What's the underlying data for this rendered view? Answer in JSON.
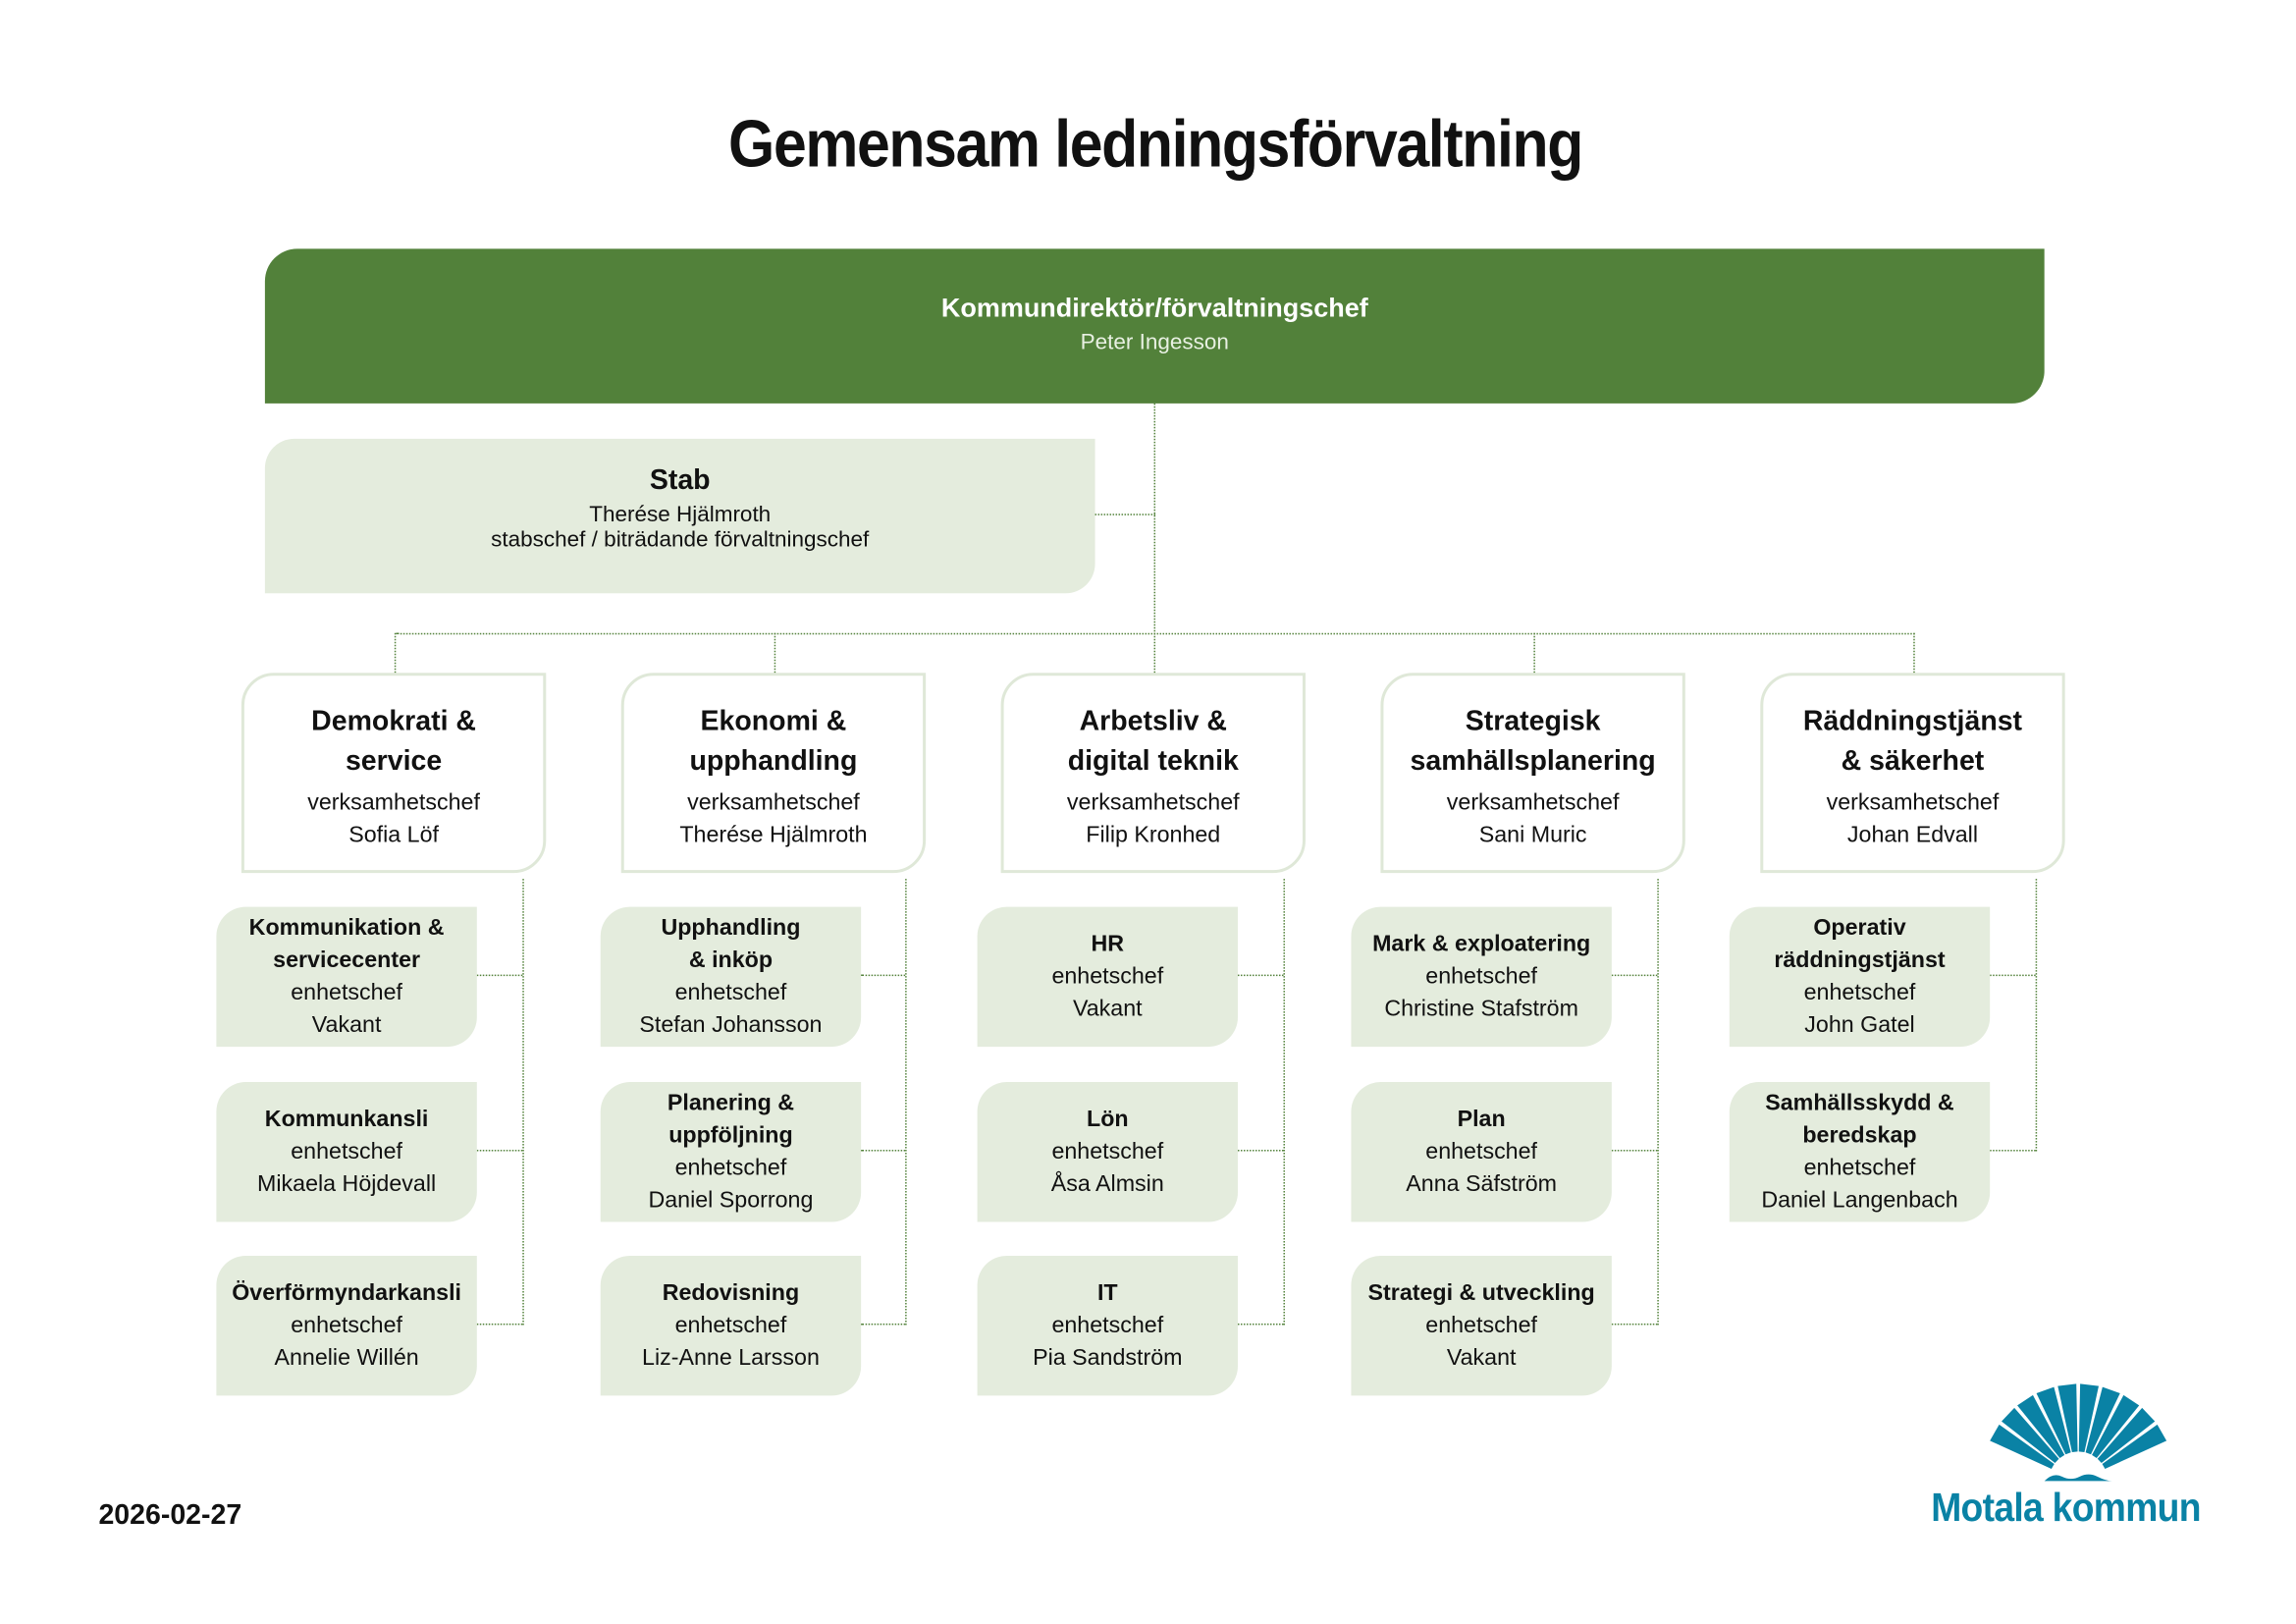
{
  "title": "Gemensam ledningsförvaltning",
  "director": {
    "role": "Kommundirektör/förvaltningschef",
    "name": "Peter Ingesson"
  },
  "stab": {
    "title": "Stab",
    "name": "Therése Hjälmroth",
    "role": "stabschef / biträdande förvaltningschef"
  },
  "departments": [
    {
      "title": [
        "Demokrati &",
        "service"
      ],
      "role": "verksamhetschef",
      "name": "Sofia Löf",
      "units": [
        {
          "title": [
            "Kommunikation &",
            "servicecenter"
          ],
          "role": "enhetschef",
          "name": "Vakant"
        },
        {
          "title": [
            "Kommunkansli"
          ],
          "role": "enhetschef",
          "name": "Mikaela Höjdevall"
        },
        {
          "title": [
            "Överförmyndarkansli"
          ],
          "role": "enhetschef",
          "name": "Annelie Willén"
        }
      ]
    },
    {
      "title": [
        "Ekonomi &",
        "upphandling"
      ],
      "role": "verksamhetschef",
      "name": "Therése Hjälmroth",
      "units": [
        {
          "title": [
            "Upphandling",
            "& inköp"
          ],
          "role": "enhetschef",
          "name": "Stefan Johansson"
        },
        {
          "title": [
            "Planering &",
            "uppföljning"
          ],
          "role": "enhetschef",
          "name": "Daniel Sporrong"
        },
        {
          "title": [
            "Redovisning"
          ],
          "role": "enhetschef",
          "name": "Liz-Anne Larsson"
        }
      ]
    },
    {
      "title": [
        "Arbetsliv &",
        "digital teknik"
      ],
      "role": "verksamhetschef",
      "name": "Filip Kronhed",
      "units": [
        {
          "title": [
            "HR"
          ],
          "role": "enhetschef",
          "name": "Vakant"
        },
        {
          "title": [
            "Lön"
          ],
          "role": "enhetschef",
          "name": "Åsa Almsin"
        },
        {
          "title": [
            "IT"
          ],
          "role": "enhetschef",
          "name": "Pia Sandström"
        }
      ]
    },
    {
      "title": [
        "Strategisk",
        "samhällsplanering"
      ],
      "role": "verksamhetschef",
      "name": "Sani Muric",
      "units": [
        {
          "title": [
            "Mark & exploatering"
          ],
          "role": "enhetschef",
          "name": "Christine Stafström"
        },
        {
          "title": [
            "Plan"
          ],
          "role": "enhetschef",
          "name": "Anna Säfström"
        },
        {
          "title": [
            "Strategi & utveckling"
          ],
          "role": "enhetschef",
          "name": "Vakant"
        }
      ]
    },
    {
      "title": [
        "Räddningstjänst",
        "& säkerhet"
      ],
      "role": "verksamhetschef",
      "name": "Johan Edvall",
      "units": [
        {
          "title": [
            "Operativ",
            "räddningstjänst"
          ],
          "role": "enhetschef",
          "name": "John Gatel"
        },
        {
          "title": [
            "Samhällsskydd &",
            "beredskap"
          ],
          "role": "enhetschef",
          "name": "Daniel Langenbach"
        }
      ]
    }
  ],
  "date": "2026-02-27",
  "logo": {
    "name": "Motala kommun",
    "color": "#0a82a5"
  },
  "colors": {
    "primary": "#52813a",
    "light": "#e4ecdd"
  }
}
